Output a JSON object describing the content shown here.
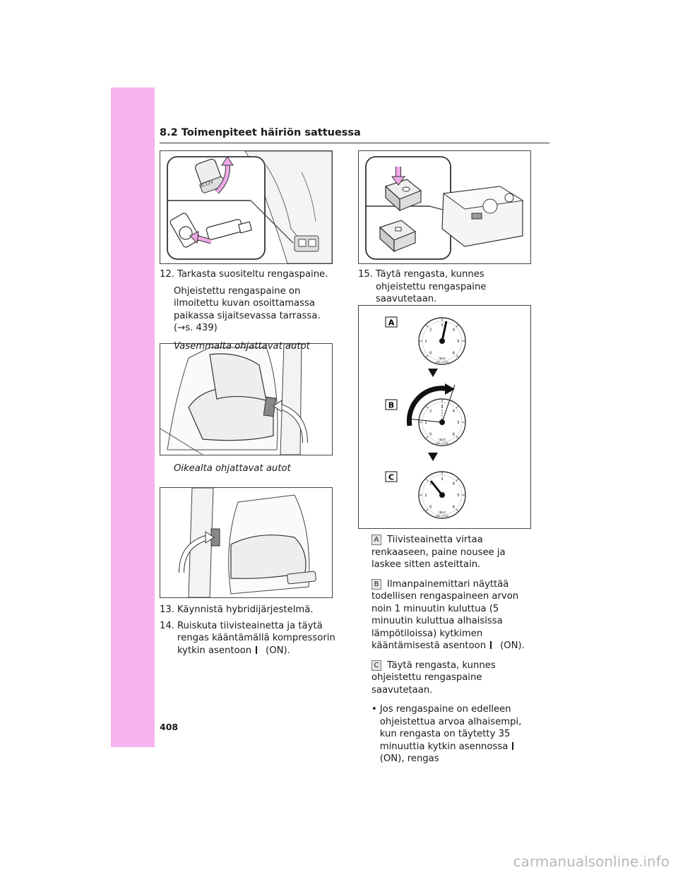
{
  "header": {
    "title": "8.2 Toimenpiteet häiriön sattuessa"
  },
  "fig1": {
    "socket_label": "DC12V"
  },
  "left": {
    "step12_num": "12.",
    "step12_text": "Tarkasta suositeltu rengaspaine.",
    "step12_detail": "Ohjeistettu rengaspaine on ilmoitettu kuvan osoittamassa paikassa sijaitsevassa tarrassa. (→s. 439)",
    "lhd_label": "Vasemmalta ohjattavat autot",
    "rhd_label": "Oikealta ohjattavat autot",
    "step13_num": "13.",
    "step13_text": "Käynnistä hybridijärjestelmä.",
    "step14_num": "14.",
    "step14_text": "Ruiskuta tiivisteainetta ja täytä rengas kääntämällä kompressorin kytkin asentoon",
    "step14_suffix": "(ON)."
  },
  "right": {
    "step15_num": "15.",
    "step15_text": "Täytä rengasta, kunnes ohjeistettu rengaspaine saavutetaan.",
    "gauges": {
      "label_a": "A",
      "label_b": "B",
      "label_c": "C",
      "unit_bar": "(bar)",
      "unit_kpa": "kPa x 100",
      "scale": [
        "0",
        "1",
        "2",
        "3",
        "4",
        "5",
        "6"
      ]
    },
    "note_a_letter": "A",
    "note_a": "Tiivisteainetta virtaa renkaaseen, paine nousee ja laskee sitten asteittain.",
    "note_b_letter": "B",
    "note_b": "Ilmanpainemittari näyttää todellisen rengaspaineen arvon noin 1 minuutin kuluttua (5 minuutin kuluttua alhaisissa lämpötiloissa) kytkimen kääntämisestä asentoon",
    "note_b_suffix": "(ON).",
    "note_c_letter": "C",
    "note_c": "Täytä rengasta, kunnes ohjeistettu rengaspaine saavutetaan.",
    "bullet": "•",
    "bullet_text": "Jos rengaspaine on edelleen ohjeistettua arvoa alhaisempi, kun rengasta on täytetty 35 minuuttia kytkin asennossa",
    "bullet_suffix": "(ON), rengas"
  },
  "footer": {
    "page_number": "408",
    "watermark": "carmanualsonline.info"
  },
  "colors": {
    "sidebar": "#f7b2f0",
    "accent_arrow": "#f0a8e8",
    "line_art": "#333333"
  }
}
